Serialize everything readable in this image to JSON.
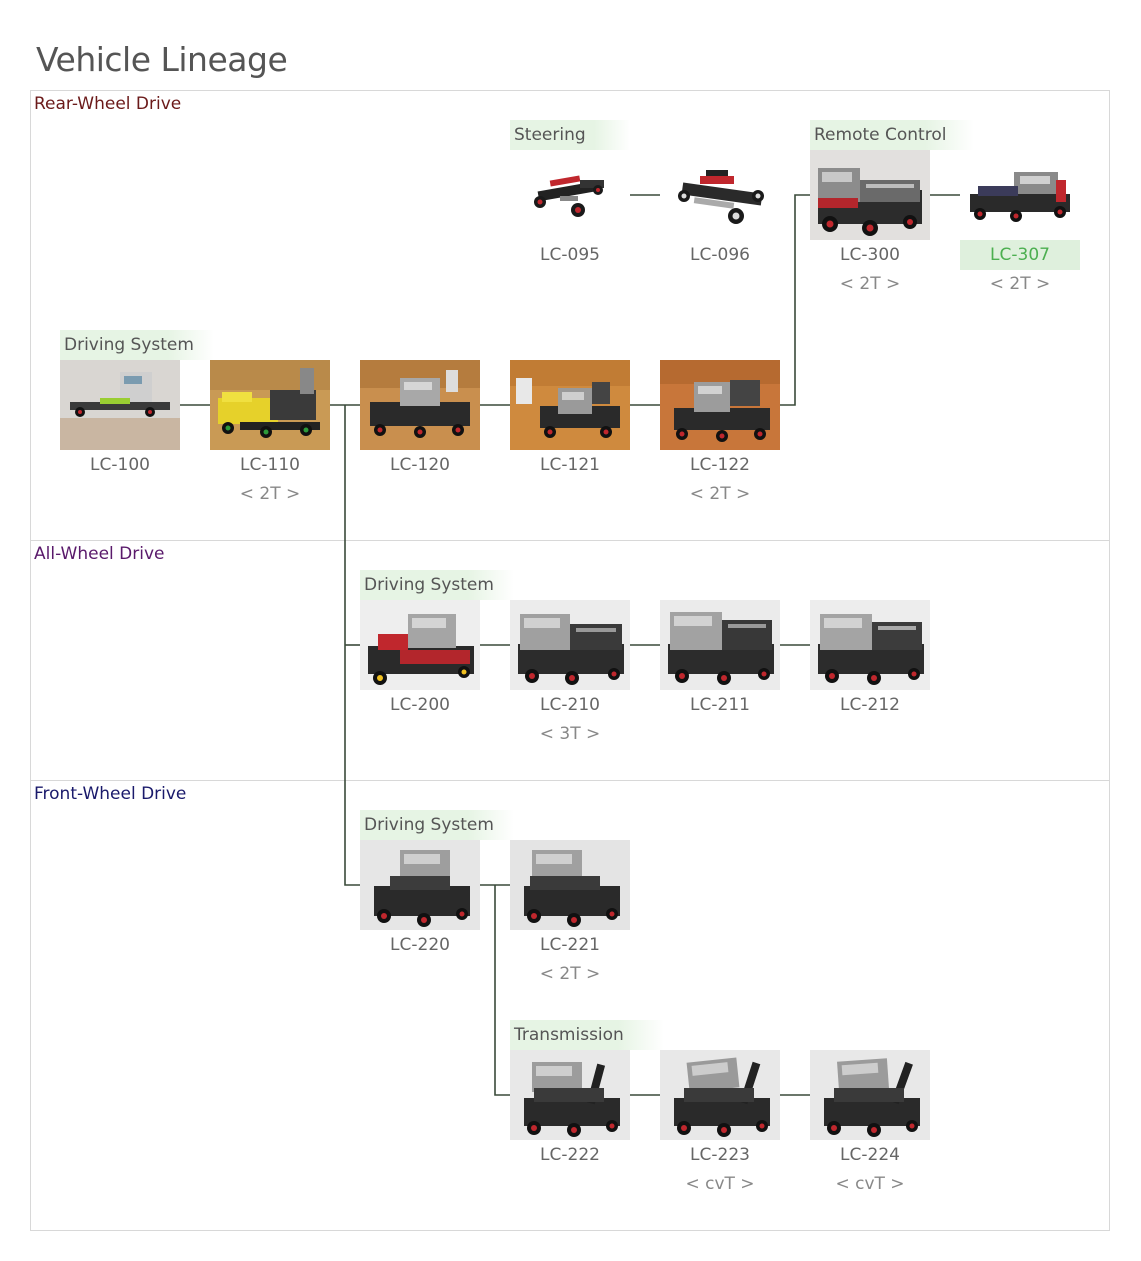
{
  "title": "Vehicle Lineage",
  "sections": {
    "rwd": {
      "label": "Rear-Wheel Drive",
      "color": "#6b1a1a"
    },
    "awd": {
      "label": "All-Wheel Drive",
      "color": "#5a1a6b"
    },
    "fwd": {
      "label": "Front-Wheel Drive",
      "color": "#1a1a6b"
    }
  },
  "groups": {
    "steering": "Steering",
    "remote": "Remote Control",
    "driving_rwd": "Driving System",
    "driving_awd": "Driving System",
    "driving_fwd": "Driving System",
    "transmission": "Transmission"
  },
  "vehicles": {
    "lc095": {
      "code": "LC-095",
      "sub": ""
    },
    "lc096": {
      "code": "LC-096",
      "sub": ""
    },
    "lc300": {
      "code": "LC-300",
      "sub": "< 2T >"
    },
    "lc307": {
      "code": "LC-307",
      "sub": "< 2T >"
    },
    "lc100": {
      "code": "LC-100",
      "sub": ""
    },
    "lc110": {
      "code": "LC-110",
      "sub": "< 2T >"
    },
    "lc120": {
      "code": "LC-120",
      "sub": ""
    },
    "lc121": {
      "code": "LC-121",
      "sub": ""
    },
    "lc122": {
      "code": "LC-122",
      "sub": "< 2T >"
    },
    "lc200": {
      "code": "LC-200",
      "sub": ""
    },
    "lc210": {
      "code": "LC-210",
      "sub": "< 3T >"
    },
    "lc211": {
      "code": "LC-211",
      "sub": ""
    },
    "lc212": {
      "code": "LC-212",
      "sub": ""
    },
    "lc220": {
      "code": "LC-220",
      "sub": ""
    },
    "lc221": {
      "code": "LC-221",
      "sub": "< 2T >"
    },
    "lc222": {
      "code": "LC-222",
      "sub": ""
    },
    "lc223": {
      "code": "LC-223",
      "sub": "< cvT >"
    },
    "lc224": {
      "code": "LC-224",
      "sub": "< cvT >"
    }
  },
  "colors": {
    "connector": "#3a4a3a",
    "highlight": "#4caf50",
    "group_bg": "#e6f4e4"
  }
}
